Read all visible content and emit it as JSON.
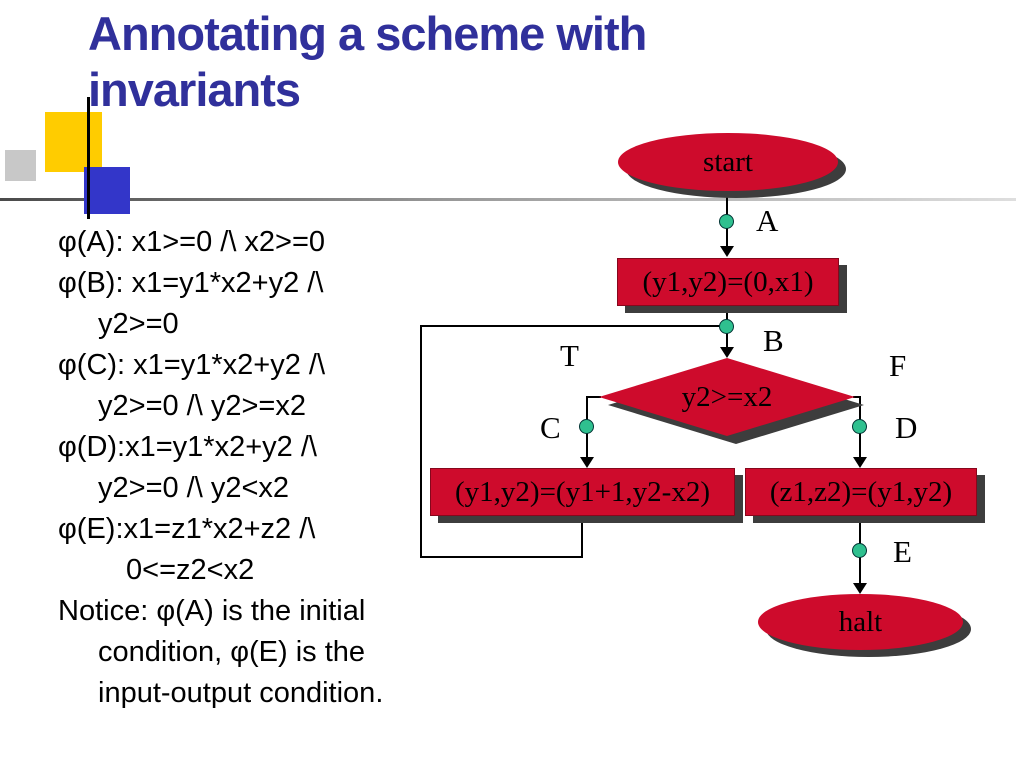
{
  "title": {
    "line1": "Annotating a scheme with",
    "line2": "invariants"
  },
  "notes": {
    "lines": [
      "φ(A): x1>=0 /\\ x2>=0",
      "φ(B): x1=y1*x2+y2 /\\",
      "y2>=0",
      "φ(C): x1=y1*x2+y2 /\\",
      "y2>=0 /\\ y2>=x2",
      "φ(D):x1=y1*x2+y2 /\\",
      "y2>=0 /\\ y2<x2",
      "φ(E):x1=z1*x2+z2 /\\",
      "0<=z2<x2",
      "Notice: φ(A) is the initial",
      "condition, φ(E) is the",
      "input-output condition."
    ]
  },
  "flowchart": {
    "nodes": {
      "start": "start",
      "init": "(y1,y2)=(0,x1)",
      "cond": "y2>=x2",
      "loop": "(y1,y2)=(y1+1,y2-x2)",
      "final": "(z1,z2)=(y1,y2)",
      "halt": "halt"
    },
    "labels": {
      "A": "A",
      "B": "B",
      "C": "C",
      "D": "D",
      "E": "E",
      "T": "T",
      "F": "F"
    }
  },
  "colors": {
    "shape_fill": "#ce0b2c",
    "shape_shadow": "#3d3d3d",
    "dot_fill": "#2fc08f",
    "title": "#30309b",
    "accent_yellow": "#ffcc00",
    "accent_blue": "#3336c9",
    "accent_gray": "#c8c8c8"
  }
}
